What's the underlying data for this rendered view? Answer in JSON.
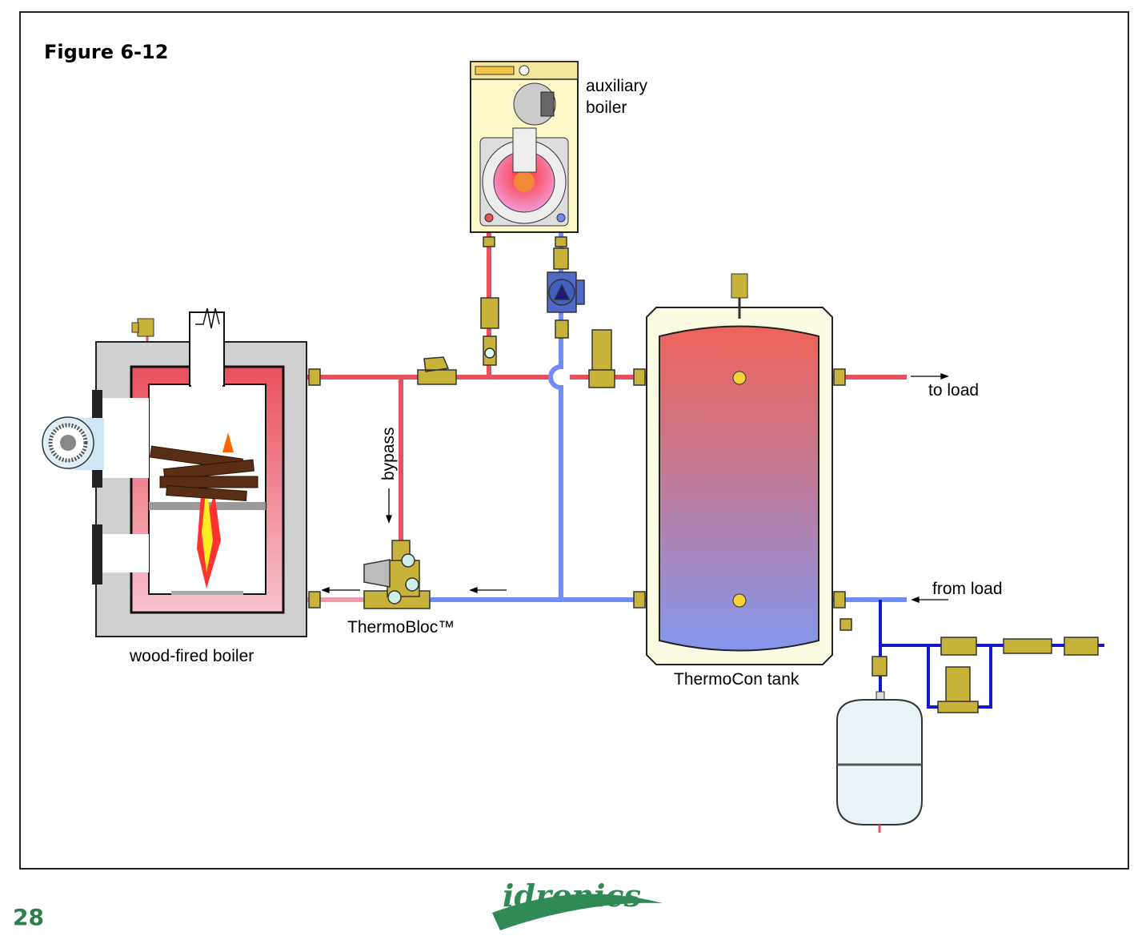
{
  "figure": {
    "title": "Figure 6-12"
  },
  "labels": {
    "auxiliary_boiler_line1": "auxiliary",
    "auxiliary_boiler_line2": "boiler",
    "to_load": "to load",
    "from_load": "from load",
    "bypass": "bypass",
    "thermobloc": "ThermoBloc™",
    "wood_boiler": "wood-fired boiler",
    "tank": "ThermoCon tank"
  },
  "footer": {
    "page_number": "28",
    "logo_text": "idronics"
  },
  "colors": {
    "hot": "#e8505b",
    "cold": "#6f8cf7",
    "pink": "#f09ab0",
    "brass": "#c9b23a",
    "logo_green": "#2f8a55"
  }
}
